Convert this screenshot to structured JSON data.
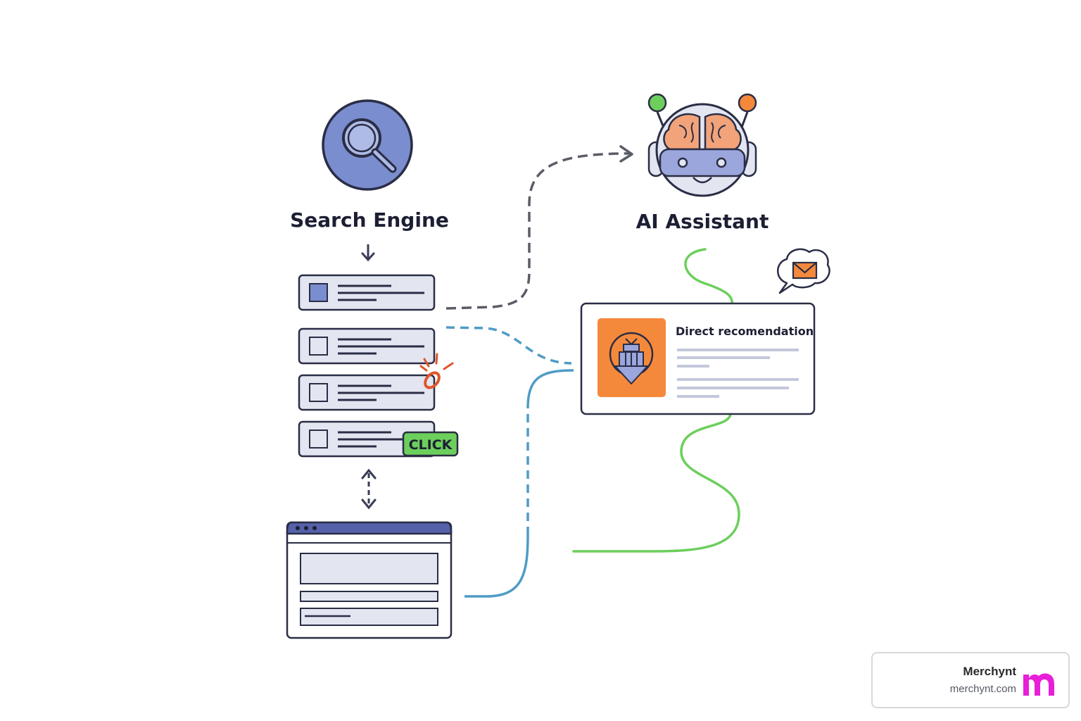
{
  "search_engine": {
    "label": "Search Engine",
    "icon": "magnifier-icon",
    "results": [
      {
        "thumb": "filled"
      },
      {
        "thumb": "empty"
      },
      {
        "thumb": "empty"
      },
      {
        "thumb": "empty"
      }
    ],
    "click_badge": "CLICK"
  },
  "ai_assistant": {
    "label": "AI Assistant",
    "icon": "robot-brain-icon",
    "card_title": "Direct recomendation",
    "bubble_icon": "envelope-icon"
  },
  "brand": {
    "name": "Merchynt",
    "url": "merchynt.com",
    "logo_letter": "m"
  },
  "colors": {
    "search_blue": "#7a8dce",
    "ink": "#2a2d45",
    "dash_gray": "#5a5c66",
    "dash_blue": "#4f9cc6",
    "green": "#6ccf5c",
    "orange": "#f5893b",
    "panel_fill": "#e3e6f1",
    "brand_magenta": "#e81ed9"
  }
}
